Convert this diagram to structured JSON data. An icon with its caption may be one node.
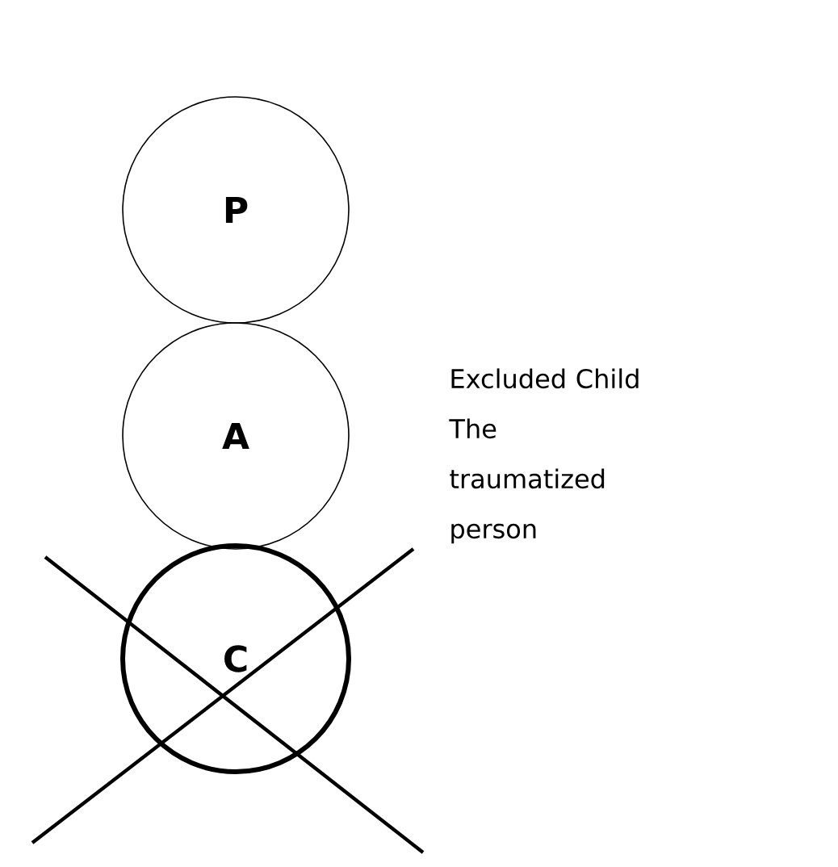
{
  "diagram": {
    "nodes": [
      {
        "text": [
          "P"
        ]
      },
      {
        "text": [
          "A"
        ]
      },
      {
        "text": [
          "C"
        ]
      }
    ],
    "labels": [
      "Excluded Child",
      "The traumatized person"
    ]
  }
}
